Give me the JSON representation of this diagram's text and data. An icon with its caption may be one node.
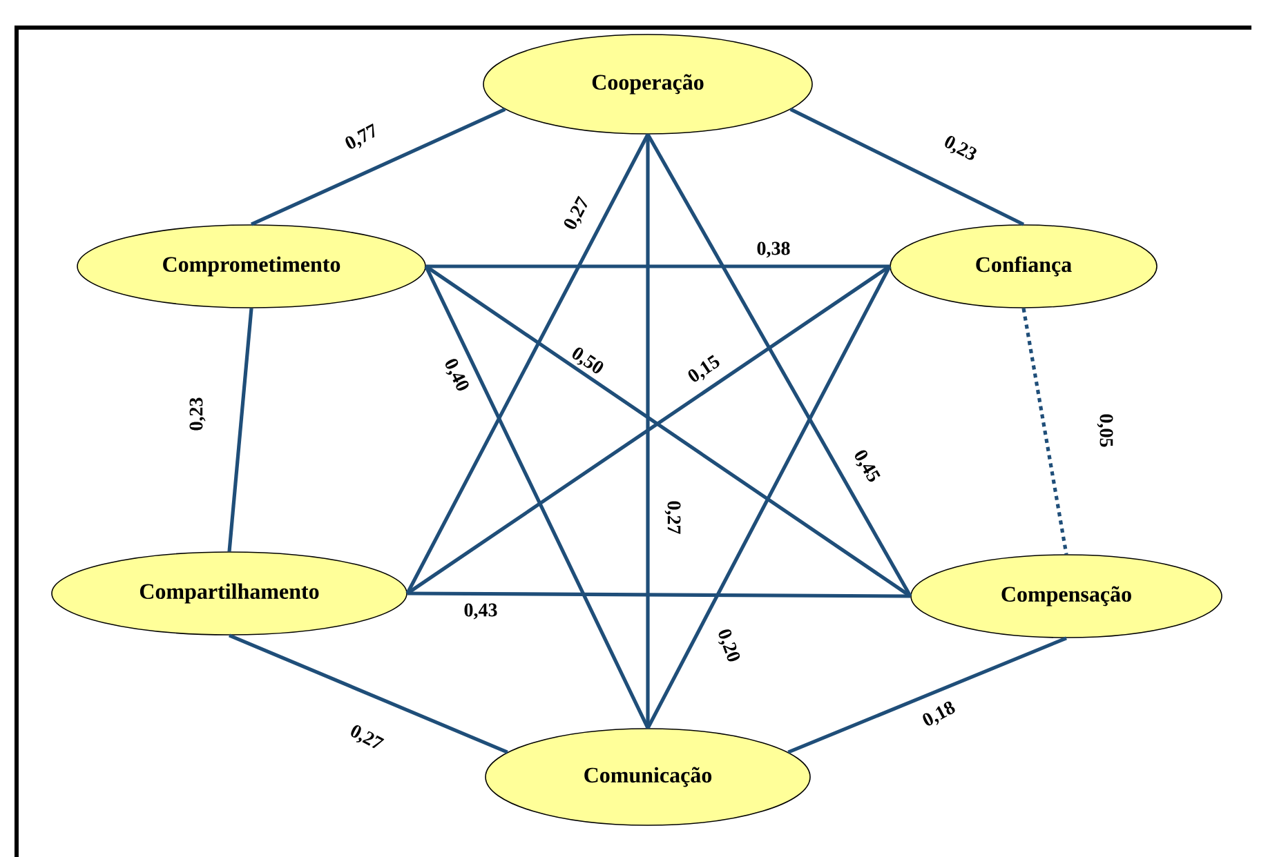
{
  "diagram": {
    "nodes": [
      {
        "text": [
          "Cooperação"
        ]
      },
      {
        "text": [
          "Comprometimento"
        ]
      },
      {
        "text": [
          "Confiança"
        ]
      },
      {
        "text": [
          "Compartilhamento"
        ]
      },
      {
        "text": [
          "Compensação"
        ]
      },
      {
        "text": [
          "Comunicação"
        ]
      }
    ],
    "edges": [
      {
        "from": 0,
        "to": 1,
        "arrow": "none",
        "label": "0,77"
      },
      {
        "from": 0,
        "to": 2,
        "arrow": "none",
        "label": "0,23"
      },
      {
        "from": 0,
        "to": 3,
        "arrow": "none",
        "label": "0,27"
      },
      {
        "from": 0,
        "to": 5,
        "arrow": "none",
        "label": "0,27"
      },
      {
        "from": 0,
        "to": 4,
        "arrow": "none",
        "label": "0,45"
      },
      {
        "from": 1,
        "to": 2,
        "arrow": "none",
        "label": "0,38"
      },
      {
        "from": 1,
        "to": 4,
        "arrow": "none",
        "label": "0,50"
      },
      {
        "from": 1,
        "to": 5,
        "arrow": "none",
        "label": "0,40"
      },
      {
        "from": 1,
        "to": 3,
        "arrow": "none",
        "label": "0,23"
      },
      {
        "from": 2,
        "to": 3,
        "arrow": "none",
        "label": "0,15"
      },
      {
        "from": 2,
        "to": 5,
        "arrow": "none",
        "label": "0,20"
      },
      {
        "from": 2,
        "to": 4,
        "arrow": "none",
        "label": "0,05",
        "style": "dashed"
      },
      {
        "from": 3,
        "to": 4,
        "arrow": "none",
        "label": "0,43"
      },
      {
        "from": 3,
        "to": 5,
        "arrow": "none",
        "label": "0,27"
      },
      {
        "from": 4,
        "to": 5,
        "arrow": "none",
        "label": "0,18"
      }
    ]
  }
}
